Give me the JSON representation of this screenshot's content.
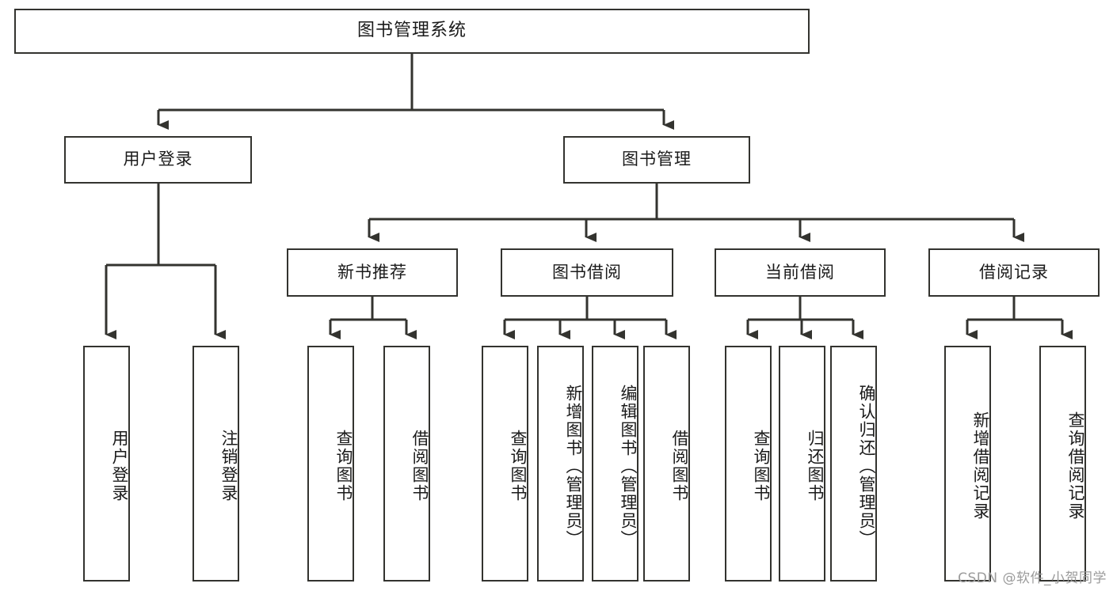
{
  "diagram": {
    "type": "tree",
    "title": "图书管理系统",
    "root": {
      "label": "图书管理系统"
    },
    "level1": [
      {
        "label": "用户登录"
      },
      {
        "label": "图书管理"
      }
    ],
    "level2": [
      {
        "label": "新书推荐"
      },
      {
        "label": "图书借阅"
      },
      {
        "label": "当前借阅"
      },
      {
        "label": "借阅记录"
      }
    ],
    "leaves": {
      "user_login": [
        {
          "label": "用户登录"
        },
        {
          "label": "注销登录"
        }
      ],
      "new_book_recommend": [
        {
          "label": "查询图书"
        },
        {
          "label": "借阅图书"
        }
      ],
      "book_borrow": [
        {
          "label": "查询图书"
        },
        {
          "label": "新增图书（管理员）"
        },
        {
          "label": "编辑图书（管理员）"
        },
        {
          "label": "借阅图书"
        }
      ],
      "current_borrow": [
        {
          "label": "查询图书"
        },
        {
          "label": "归还图书"
        },
        {
          "label": "确认归还（管理员）"
        }
      ],
      "borrow_record": [
        {
          "label": "新增借阅记录"
        },
        {
          "label": "查询借阅记录"
        }
      ]
    },
    "colors": {
      "background": "#ffffff",
      "box_border": "#33332f",
      "box_fill": "#ffffff",
      "connector": "#33332f",
      "text": "#1a1a1a",
      "watermark": "#9b9b9b"
    }
  },
  "watermark": {
    "text": "CSDN @软件_小贺同学"
  }
}
